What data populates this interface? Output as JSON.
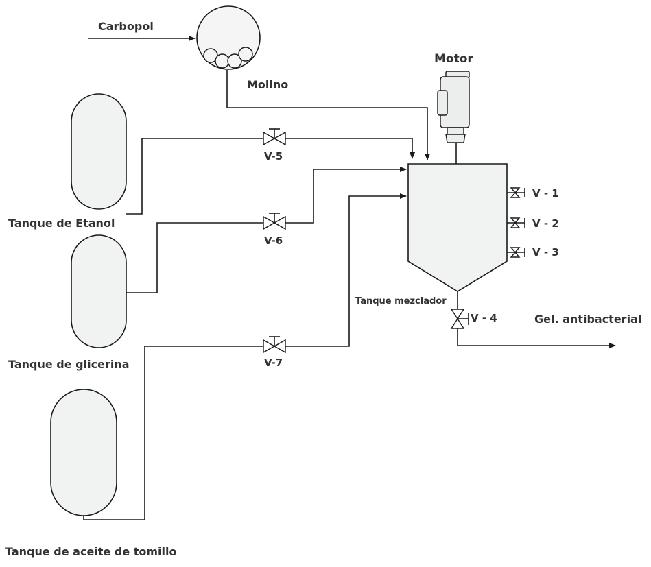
{
  "labels": {
    "carbopol": "Carbopol",
    "molino": "Molino",
    "motor": "Motor",
    "tanque_etanol": "Tanque de Etanol",
    "tanque_glicerina": "Tanque de glicerina",
    "tanque_tomillo": "Tanque de aceite de tomillo",
    "tanque_mezclador": "Tanque mezclador",
    "gel": "Gel. antibacterial"
  },
  "valves": {
    "v1": "V - 1",
    "v2": "V - 2",
    "v3": "V - 3",
    "v4": "V - 4",
    "v5": "V-5",
    "v6": "V-6",
    "v7": "V-7"
  }
}
